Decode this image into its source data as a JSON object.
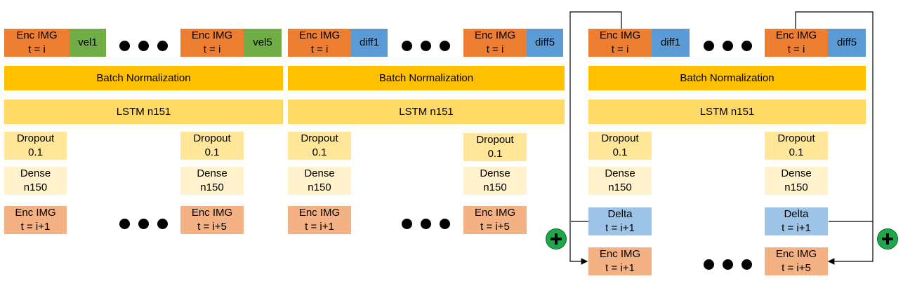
{
  "panel1": {
    "input1": {
      "enc": "Enc IMG\nt = i",
      "tag": "vel1"
    },
    "input5": {
      "enc": "Enc IMG\nt = i",
      "tag": "vel5"
    },
    "batchnorm": "Batch Normalization",
    "lstm": "LSTM n151",
    "dropout1": "Dropout\n0.1",
    "dropout5": "Dropout\n0.1",
    "dense1": "Dense\nn150",
    "dense5": "Dense\nn150",
    "output1": "Enc IMG\nt = i+1",
    "output5": "Enc IMG\nt = i+5"
  },
  "panel2": {
    "input1": {
      "enc": "Enc IMG\nt = i",
      "tag": "diff1"
    },
    "input5": {
      "enc": "Enc IMG\nt = i",
      "tag": "diff5"
    },
    "batchnorm": "Batch Normalization",
    "lstm": "LSTM n151",
    "dropout1": "Dropout\n0.1",
    "dropout5": "Dropout\n0.1",
    "dense1": "Dense\nn150",
    "dense5": "Dense\nn150",
    "output1": "Enc IMG\nt = i+1",
    "output5": "Enc IMG\nt = i+5"
  },
  "panel3": {
    "input1": {
      "enc": "Enc IMG\nt = i",
      "tag": "diff1"
    },
    "input5": {
      "enc": "Enc IMG\nt = i",
      "tag": "diff5"
    },
    "batchnorm": "Batch Normalization",
    "lstm": "LSTM n151",
    "dropout1": "Dropout\n0.1",
    "dropout5": "Dropout\n0.1",
    "dense1": "Dense\nn150",
    "dense5": "Dense\nn150",
    "delta1": "Delta\nt = i+1",
    "delta5": "Delta\nt = i+1",
    "output1": "Enc IMG\nt = i+1",
    "output5": "Enc IMG\nt = i+5"
  }
}
